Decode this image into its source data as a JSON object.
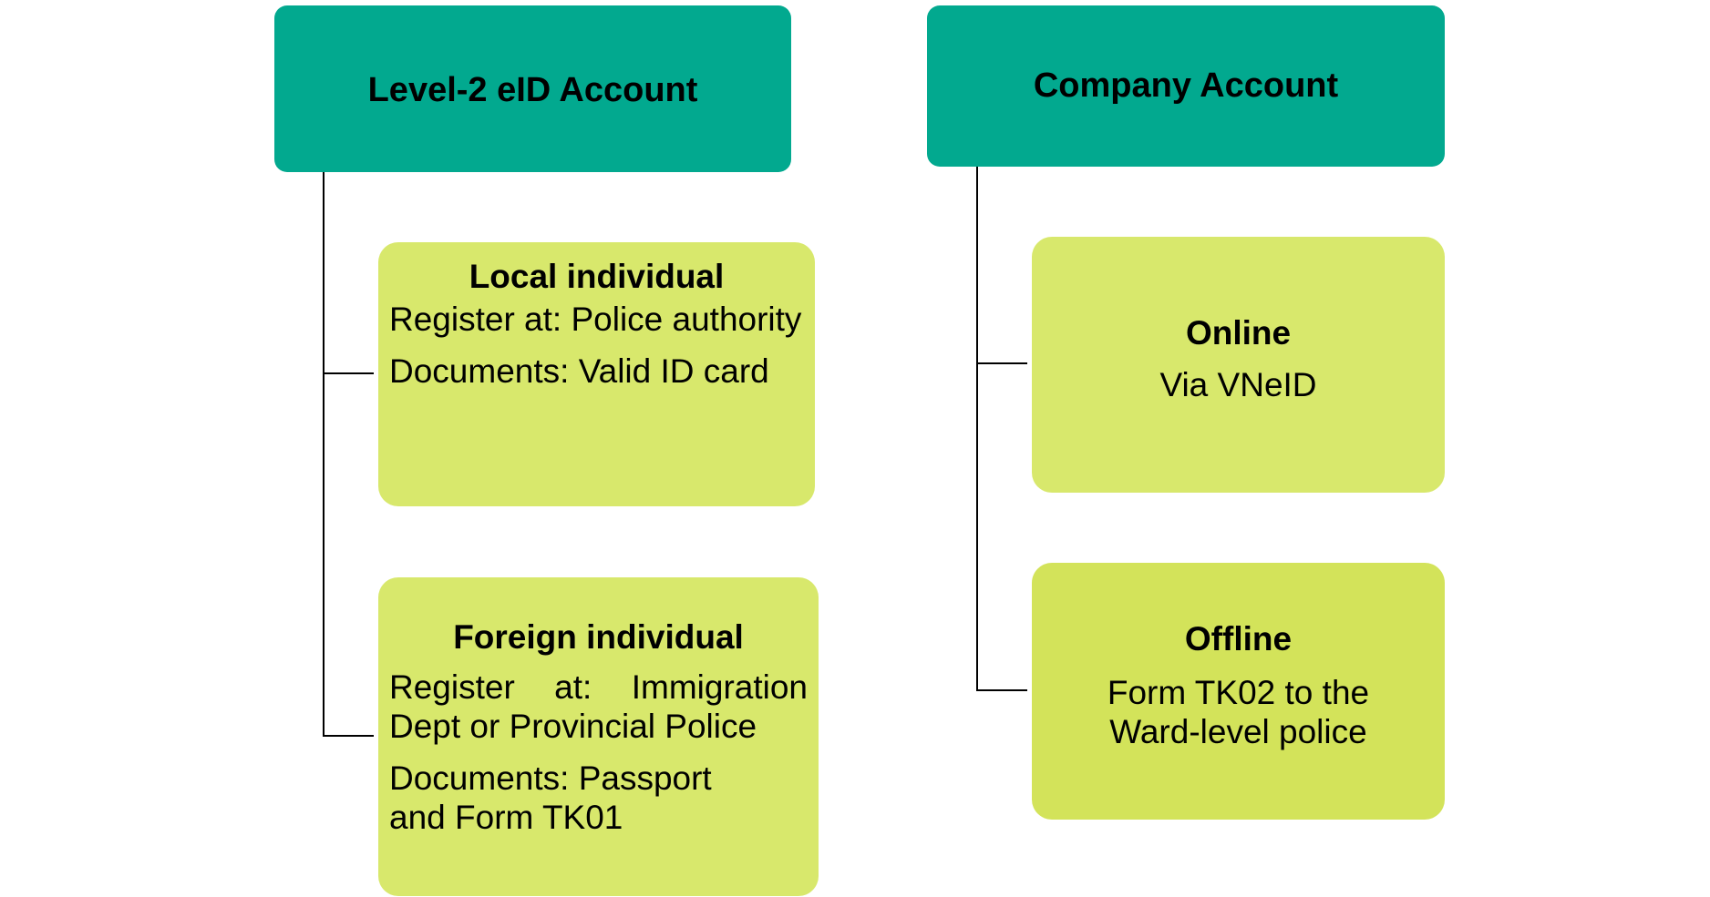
{
  "colors": {
    "header": "#02A98F",
    "leaf": "#D8E86C",
    "leaf_dark": "#D3E35A"
  },
  "left": {
    "title": "Level-2 eID Account",
    "local": {
      "title": "Local individual",
      "register": "Register at: Police authority",
      "documents": "Documents: Valid ID card"
    },
    "foreign": {
      "title": "Foreign individual",
      "register": "Register at: Immigration Dept or Provincial Police",
      "documents": "Documents: Passport and Form TK01"
    }
  },
  "right": {
    "title": "Company Account",
    "online": {
      "title": "Online",
      "text": "Via VNeID"
    },
    "offline": {
      "title": "Offline",
      "text": "Form TK02 to the Ward-level police"
    }
  }
}
